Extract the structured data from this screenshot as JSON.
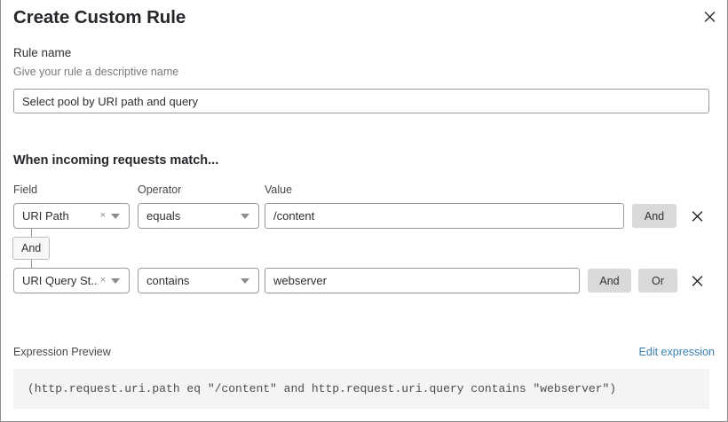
{
  "dialog": {
    "title": "Create Custom Rule",
    "close_icon": "close-icon"
  },
  "rule_name": {
    "label": "Rule name",
    "help": "Give your rule a descriptive name",
    "value": "Select pool by URI path and query",
    "placeholder": "Rule name"
  },
  "conditions": {
    "heading": "When incoming requests match...",
    "columns": {
      "field": "Field",
      "operator": "Operator",
      "value": "Value"
    },
    "connector": {
      "label": "And"
    },
    "rows": [
      {
        "field": "URI Path",
        "operator": "equals",
        "value": "/content",
        "clear_icon": "×",
        "caret_icon": "chevron-down-icon",
        "and_label": "And",
        "or_label": "",
        "remove_icon": "close-icon"
      },
      {
        "field": "URI Query St...",
        "operator": "contains",
        "value": "webserver",
        "clear_icon": "×",
        "caret_icon": "chevron-down-icon",
        "and_label": "And",
        "or_label": "Or",
        "remove_icon": "close-icon"
      }
    ]
  },
  "expression_preview": {
    "label": "Expression Preview",
    "edit_link": "Edit expression",
    "expression": "(http.request.uri.path eq \"/content\" and http.request.uri.query contains \"webserver\")"
  },
  "colors": {
    "link": "#3b7fb3",
    "button_gray": "#d8d9da",
    "preview_bg": "#f4f4f5",
    "border": "#9a9a9a",
    "text": "#2e2f31",
    "muted_text": "#77797c"
  }
}
